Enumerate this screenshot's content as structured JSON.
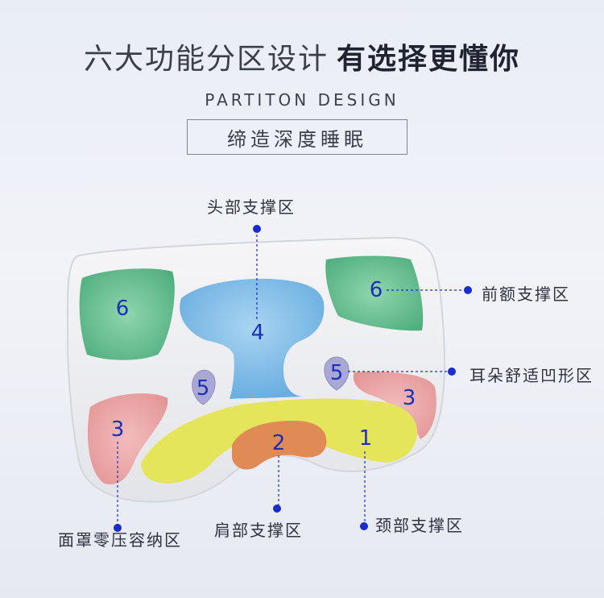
{
  "header": {
    "title_light": "六大功能分区设计",
    "title_strong": "有选择更懂你",
    "subtitle": "PARTITON DESIGN",
    "boxed_text": "缔造深度睡眠"
  },
  "zones": {
    "head_support": "头部支撑区",
    "forehead_support": "前额支撑区",
    "ear_groove": "耳朵舒适凹形区",
    "face_mask_zone": "面罩零压容纳区",
    "shoulder_support": "肩部支撑区",
    "neck_support": "颈部支撑区"
  },
  "numbers": {
    "n1": "1",
    "n2": "2",
    "n3a": "3",
    "n3b": "3",
    "n4": "4",
    "n5a": "5",
    "n5b": "5",
    "n6a": "6",
    "n6b": "6"
  },
  "colors": {
    "pillow": "#eeeff2",
    "zone_blue": "#7fb9e3",
    "zone_green": "#72c49a",
    "zone_pink": "#eca6a8",
    "zone_yellow": "#e4e45a",
    "zone_orange": "#e08a55",
    "zone_lavender": "#a8a7d4",
    "marker": "#1a2bd0"
  }
}
